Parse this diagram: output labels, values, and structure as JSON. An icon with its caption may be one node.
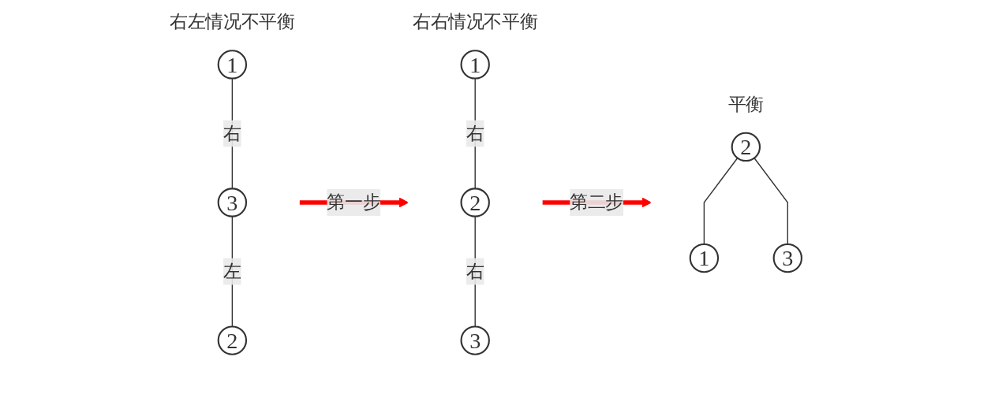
{
  "diagram": {
    "nodes": [
      {
        "text": [
          "右左情况不平衡"
        ]
      },
      {
        "text": [
          "1"
        ],
        "in": 0
      },
      {
        "text": [
          "3"
        ],
        "in": 0
      },
      {
        "text": [
          "2"
        ],
        "in": 0
      },
      {
        "text": [
          "右右情况不平衡"
        ]
      },
      {
        "text": [
          "1"
        ],
        "in": 4
      },
      {
        "text": [
          "2"
        ],
        "in": 4
      },
      {
        "text": [
          "3"
        ],
        "in": 4
      },
      {
        "text": [
          "平衡"
        ]
      },
      {
        "text": [
          "2"
        ],
        "in": 8
      },
      {
        "text": [
          "1"
        ],
        "in": 8
      },
      {
        "text": [
          "3"
        ],
        "in": 8
      }
    ],
    "edges": [
      {
        "from": 1,
        "to": 2,
        "arrow": "none",
        "label": "右"
      },
      {
        "from": 2,
        "to": 3,
        "arrow": "none",
        "label": "左"
      },
      {
        "from": 0,
        "to": 4,
        "arrow": "to",
        "label": "第一步",
        "style": "thick",
        "color": "#ff0000"
      },
      {
        "from": 5,
        "to": 6,
        "arrow": "none",
        "label": "右"
      },
      {
        "from": 6,
        "to": 7,
        "arrow": "none",
        "label": "右"
      },
      {
        "from": 4,
        "to": 8,
        "arrow": "to",
        "label": "第二步",
        "style": "thick",
        "color": "#ff0000"
      },
      {
        "from": 9,
        "to": 10,
        "arrow": "none"
      },
      {
        "from": 9,
        "to": 11,
        "arrow": "none"
      }
    ]
  }
}
